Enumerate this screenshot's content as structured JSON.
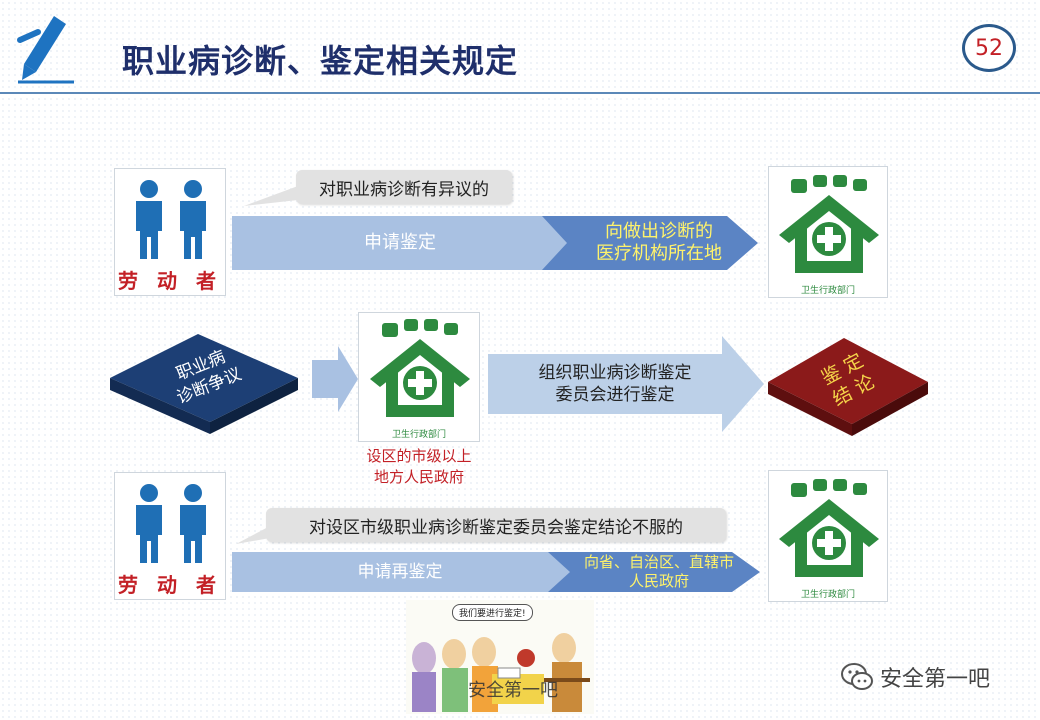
{
  "title": "职业病诊断、鉴定相关规定",
  "page_number": "52",
  "row1": {
    "worker_label": "劳 动 者",
    "bubble": "对职业病诊断有异议的",
    "arrow_text": "申请鉴定",
    "arrow_head_text_line1": "向做出诊断的",
    "arrow_head_text_line2": "医疗机构所在地",
    "health_label": "卫生行政部门"
  },
  "row2": {
    "dispute_line1": "职业病",
    "dispute_line2": "诊断争议",
    "health_label": "卫生行政部门",
    "gov_line1": "设区的市级以上",
    "gov_line2": "地方人民政府",
    "arrow_line1": "组织职业病诊断鉴定",
    "arrow_line2": "委员会进行鉴定",
    "result_line1": "鉴 定",
    "result_line2": "结 论"
  },
  "row3": {
    "worker_label": "劳 动 者",
    "bubble": "对设区市级职业病诊断鉴定委员会鉴定结论不服的",
    "arrow_text": "申请再鉴定",
    "arrow_head_text_line1": "向省、自治区、直辖市",
    "arrow_head_text_line2": "人民政府",
    "health_label": "卫生行政部门"
  },
  "cartoon": {
    "speech": "我们要进行鉴定!"
  },
  "watermark": {
    "text1": "安全第一吧",
    "text2": "安全第一吧"
  },
  "colors": {
    "title": "#1f2f6b",
    "green": "#2d8a3f",
    "red": "#c32026",
    "arrow_dark": "#5b84c4",
    "arrow_light": "#a9c1e2"
  }
}
